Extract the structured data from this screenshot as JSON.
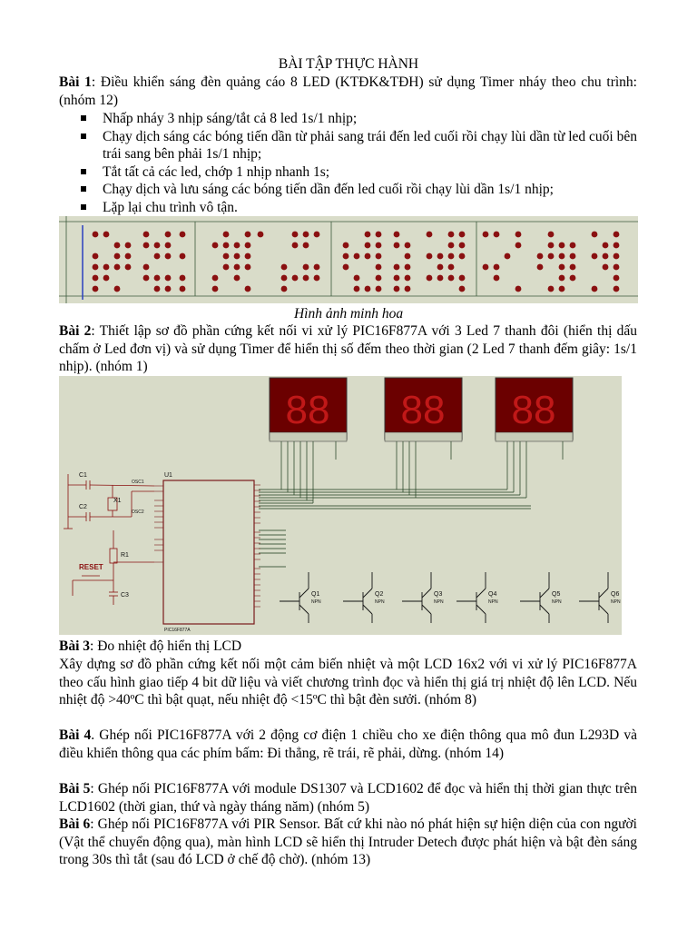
{
  "title": "BÀI TẬP THỰC HÀNH",
  "bai1": {
    "label": "Bài 1",
    "text": ": Điều khiển sáng đèn quảng cáo 8 LED (KTĐK&TĐH) sử dụng Timer nháy theo chu trình: (nhóm 12)",
    "bullets": [
      "Nhấp nháy 3 nhịp sáng/tắt cả 8 led 1s/1 nhịp;",
      "Chạy dịch sáng các bóng tiến dần từ phải sang trái đến led cuối rồi chạy lùi dần từ led cuối bên trái sang bên phải 1s/1 nhịp;",
      "Tắt tất cả các led, chớp 1 nhịp nhanh 1s;",
      "Chạy dịch và lưu sáng các bóng tiến dần đến led cuối rồi chạy lùi dần 1s/1 nhịp;",
      "Lặp lại chu trình vô tận."
    ],
    "caption": "Hình ảnh minh hoa"
  },
  "bai2": {
    "label": "Bài 2",
    "text": ": Thiết lập sơ đồ phần cứng kết nối vi xử lý PIC16F877A với 3 Led 7 thanh đôi (hiển thị dấu chấm ở Led đơn vị) và sử dụng Timer để hiển thị số đếm theo thời gian (2 Led 7 thanh đếm giây: 1s/1 nhịp). (nhóm 1)"
  },
  "bai3": {
    "label": "Bài 3",
    "text": ": Đo nhiệt độ hiển thị LCD",
    "body": "Xây dựng sơ đồ phần cứng kết nối một cảm biến nhiệt và một LCD 16x2 với vi xử lý PIC16F877A theo cấu hình giao tiếp 4 bit dữ liệu và viết chương trình đọc và hiển thị giá trị nhiệt độ lên LCD. Nếu nhiệt độ >40ºC thì bật quạt, nếu nhiệt độ <15ºC thì bật đèn sưởi. (nhóm 8)"
  },
  "bai4": {
    "label": "Bài 4",
    "text": ". Ghép nối PIC16F877A với 2 động cơ điện 1 chiều cho xe điện thông qua mô đun L293D và điều khiển thông qua các phím bấm: Đi thẳng, rẽ trái, rẽ phải, dừng. (nhóm 14)"
  },
  "bai5": {
    "label": "Bài 5",
    "text": ": Ghép nối PIC16F877A với module DS1307 và LCD1602 để đọc và hiển thị thời gian thực trên LCD1602 (thời gian, thứ và ngày tháng năm) (nhóm 5)"
  },
  "bai6": {
    "label": "Bài 6",
    "text": ": Ghép nối PIC16F877A với PIR Sensor. Bất cứ khi nào nó phát hiện sự hiện diện của con người (Vật thể chuyển động qua), màn hình LCD sẽ hiển thị Intruder Detech được phát hiện và bật đèn sáng trong 30s thì tắt (sau đó LCD ở chế độ chờ). (nhóm 13)"
  },
  "schematic": {
    "u1": "U1",
    "chip": "PIC16F877A",
    "c1": "C1",
    "c2": "C2",
    "c3": "C3",
    "x1": "X1",
    "r1": "R1",
    "reset": "RESET",
    "osc1": "OSC1",
    "osc2": "OSC2",
    "transistors": [
      "Q1",
      "Q2",
      "Q3",
      "Q4",
      "Q5",
      "Q6"
    ],
    "npn": "NPN",
    "digits": "88"
  }
}
